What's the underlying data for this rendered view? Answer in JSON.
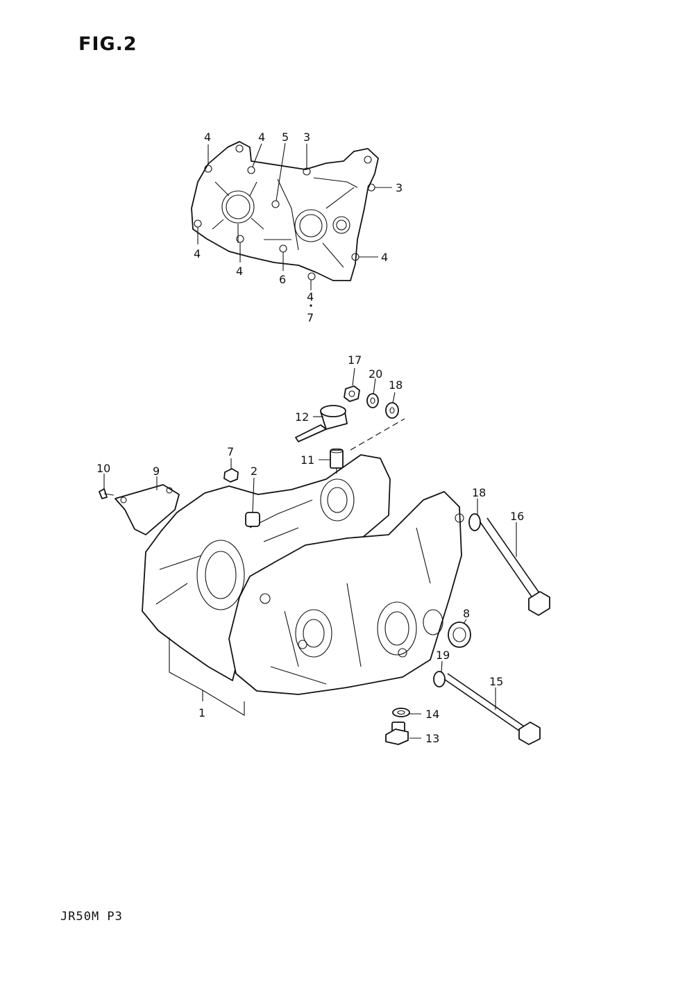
{
  "figure_title": "FIG.2",
  "model_code": "JR50M  P3",
  "callouts": {
    "gasket": [
      {
        "id": "g4a",
        "text": "4"
      },
      {
        "id": "g4b",
        "text": "4"
      },
      {
        "id": "g5",
        "text": "5"
      },
      {
        "id": "g3a",
        "text": "3"
      },
      {
        "id": "g3b",
        "text": "3"
      },
      {
        "id": "g4c",
        "text": "4"
      },
      {
        "id": "g4d",
        "text": "4"
      },
      {
        "id": "g4e",
        "text": "4"
      },
      {
        "id": "g6",
        "text": "6"
      },
      {
        "id": "g4f",
        "text": "4"
      },
      {
        "id": "g7",
        "text": "7"
      }
    ],
    "crankcase": [
      {
        "id": "c17",
        "text": "17"
      },
      {
        "id": "c20",
        "text": "20"
      },
      {
        "id": "c18a",
        "text": "18"
      },
      {
        "id": "c12",
        "text": "12"
      },
      {
        "id": "c11",
        "text": "11"
      },
      {
        "id": "c7",
        "text": "7"
      },
      {
        "id": "c10",
        "text": "10"
      },
      {
        "id": "c9",
        "text": "9"
      },
      {
        "id": "c2",
        "text": "2"
      },
      {
        "id": "c18b",
        "text": "18"
      },
      {
        "id": "c16",
        "text": "16"
      },
      {
        "id": "c8",
        "text": "8"
      },
      {
        "id": "c19",
        "text": "19"
      },
      {
        "id": "c15",
        "text": "15"
      },
      {
        "id": "c14",
        "text": "14"
      },
      {
        "id": "c13",
        "text": "13"
      },
      {
        "id": "c1",
        "text": "1"
      }
    ]
  }
}
